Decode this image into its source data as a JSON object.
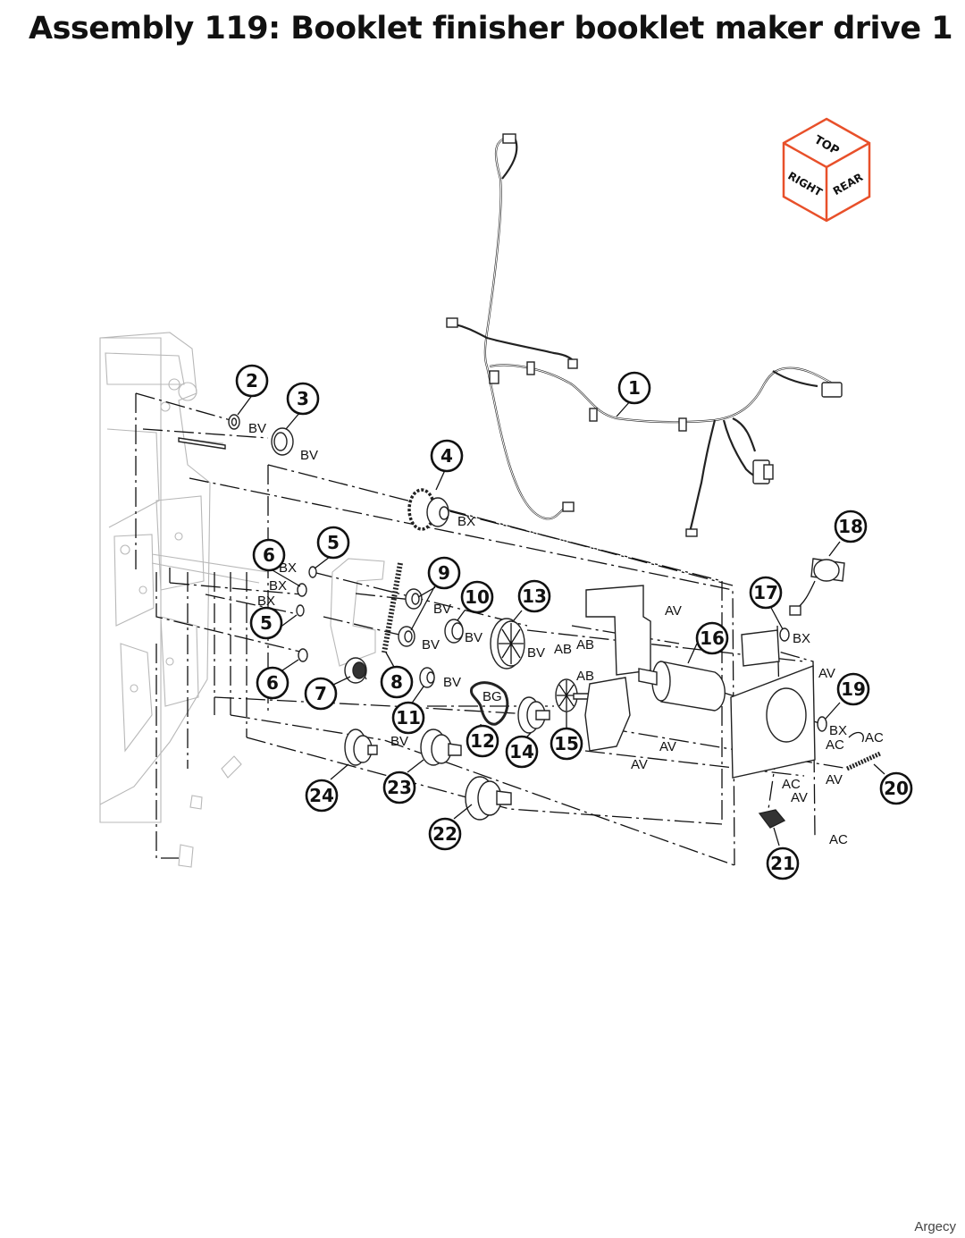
{
  "title": "Assembly 119: Booklet finisher booklet maker drive 1",
  "orientation_cube": {
    "top": "TOP",
    "right": "RIGHT",
    "rear": "REAR",
    "accent": "#e8502a"
  },
  "callouts": [
    "1",
    "2",
    "3",
    "4",
    "5",
    "5",
    "6",
    "6",
    "7",
    "8",
    "9",
    "10",
    "11",
    "12",
    "13",
    "14",
    "15",
    "16",
    "17",
    "18",
    "19",
    "20",
    "21",
    "22",
    "23",
    "24"
  ],
  "reference_labels": [
    "BV",
    "BV",
    "BX",
    "BX",
    "BX",
    "BX",
    "BV",
    "BV",
    "BV",
    "BV",
    "BV",
    "BG",
    "AV",
    "AB",
    "AB",
    "AB",
    "AV",
    "BX",
    "AV",
    "BX",
    "AC",
    "AC",
    "AV",
    "AV",
    "AC",
    "AV",
    "AC",
    "BV"
  ],
  "footer": "Argecy"
}
